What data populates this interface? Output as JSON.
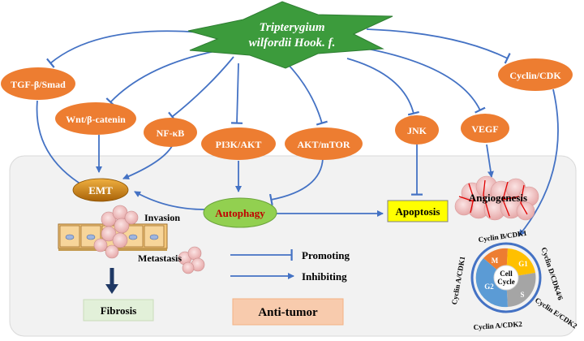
{
  "center": {
    "line1": "Tripterygium",
    "line2": "wilfordii Hook. f."
  },
  "pathways": {
    "tgf": "TGF-β/Smad",
    "wnt": "Wnt/β-catenin",
    "nfkb": "NF-κB",
    "pi3k": "PI3K/AKT",
    "mtor": "AKT/mTOR",
    "jnk": "JNK",
    "vegf": "VEGF",
    "cdk": "Cyclin/CDK"
  },
  "nodes": {
    "emt": "EMT",
    "autophagy": "Autophagy",
    "apoptosis": "Apoptosis",
    "angiogenesis": "Angiogenesis",
    "invasion": "Invasion",
    "metastasis": "Metastasis",
    "fibrosis": "Fibrosis",
    "antitumor": "Anti-tumor"
  },
  "legend": {
    "promoting": "Promoting",
    "inhibiting": "Inhibiting"
  },
  "cell_cycle": {
    "center_line1": "Cell",
    "center_line2": "Cycle",
    "phases": [
      "M",
      "G1",
      "S",
      "G2"
    ],
    "complexes": {
      "b": "Cyclin B/CDK1",
      "d": "Cyclin D/CDK4/6",
      "e": "Cyclin E/CDK2",
      "a2": "Cyclin A/CDK2",
      "a1": "Cyclin A/CDK1"
    }
  },
  "colors": {
    "pathway_fill": "#ed7d31",
    "arrow": "#4472c4",
    "star": "#3c9b3c",
    "autophagy": "#92d050",
    "apoptosis": "#ffff00",
    "fibrosis_bg": "#e2f0d9",
    "antitumor_bg": "#f8cbad",
    "panel_bg": "#f2f2f2",
    "emt_fill": "#c07a10"
  }
}
